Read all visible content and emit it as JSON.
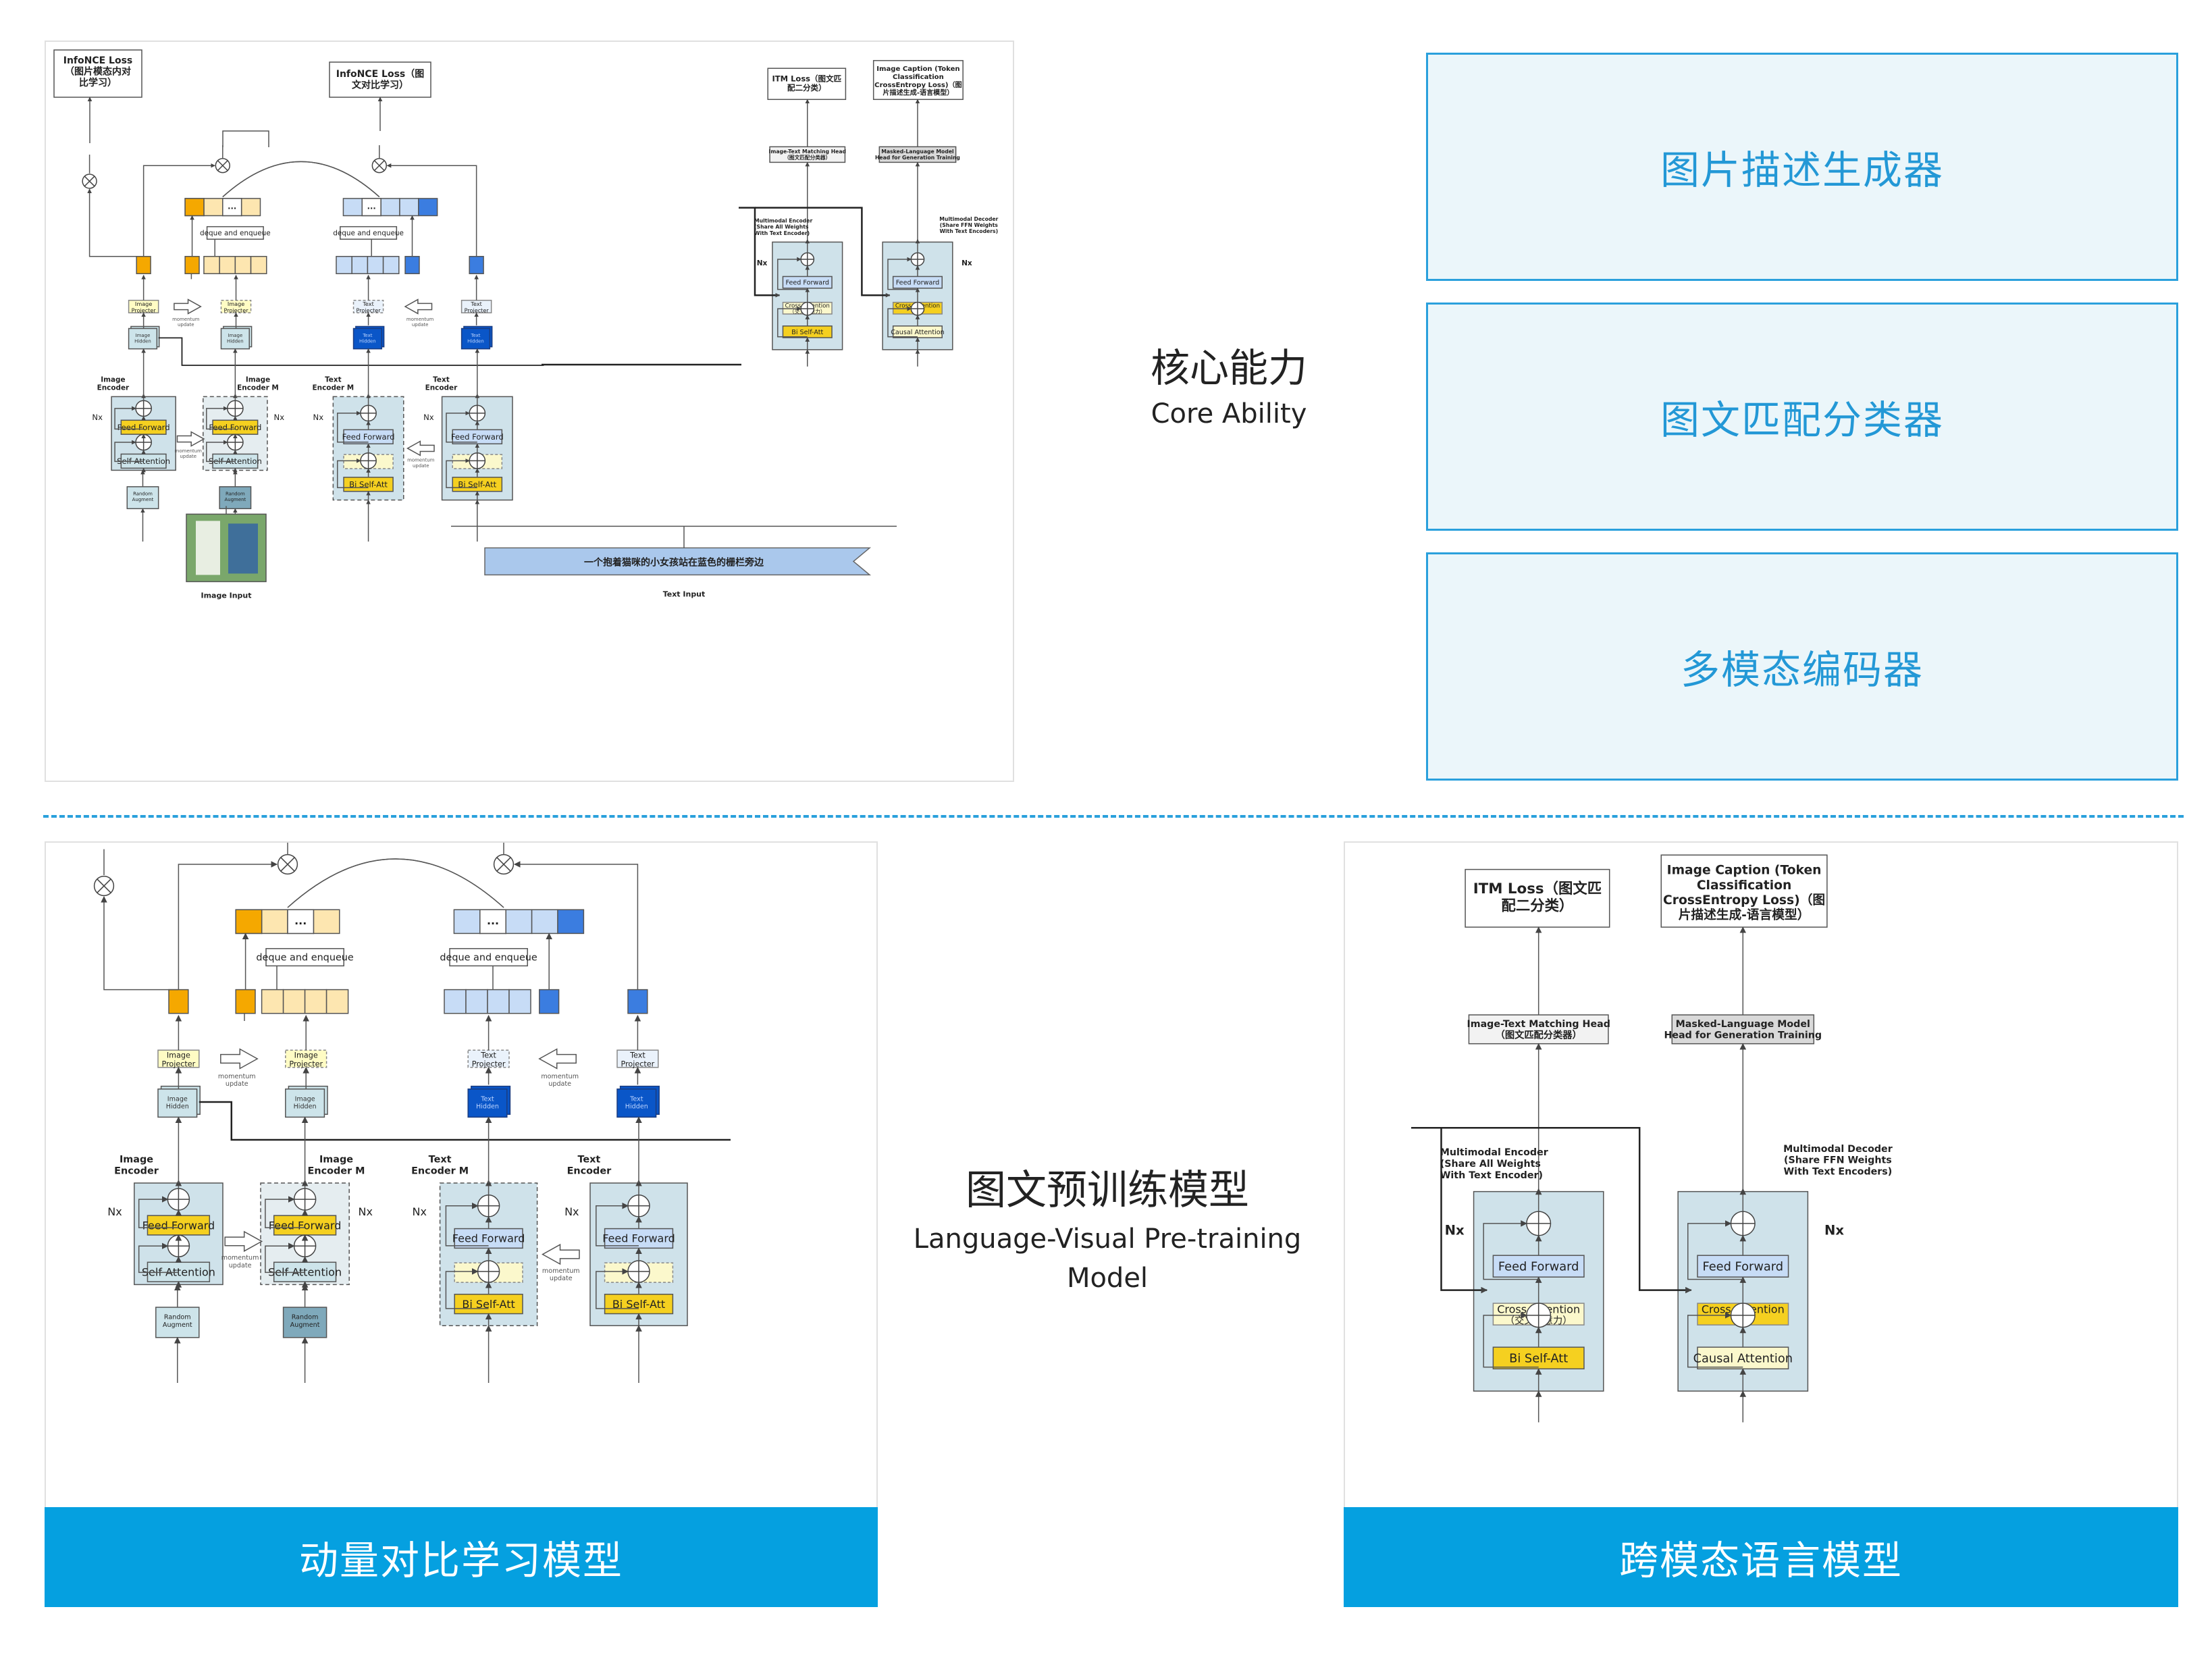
{
  "capabilities": [
    {
      "label": "图片描述生成器"
    },
    {
      "label": "图文匹配分类器"
    },
    {
      "label": "多模态编码器"
    }
  ],
  "core": {
    "title_cn": "核心能力",
    "title_en": "Core Ability"
  },
  "pretrain": {
    "title_cn": "图文预训练模型",
    "title_en_1": "Language-Visual Pre-training",
    "title_en_2": "Model"
  },
  "banners": {
    "left": "动量对比学习模型",
    "right": "跨模态语言模型"
  },
  "diagram": {
    "infonce_1": [
      "InfoNCE Loss",
      "（图片模态内对",
      "比学习）"
    ],
    "infonce_2": [
      "InfoNCE Loss（图",
      "文对比学习）"
    ],
    "itm_loss": [
      "ITM Loss（图文匹",
      "配二分类）"
    ],
    "caption_loss": [
      "Image Caption (Token",
      "Classification",
      "CrossEntropy Loss)（图",
      "片描述生成-语言模型）"
    ],
    "deque": "deque and enqueue",
    "ellipsis": "...",
    "image_projecter": [
      "Image",
      "Projecter"
    ],
    "text_projecter": [
      "Text",
      "Projecter"
    ],
    "image_hidden": [
      "Image",
      "Hidden"
    ],
    "text_hidden": [
      "Text",
      "Hidden"
    ],
    "momentum": [
      "momentum",
      "update"
    ],
    "image_encoder": [
      "Image",
      "Encoder"
    ],
    "image_encoder_m": [
      "Image",
      "Encoder M"
    ],
    "text_encoder_m": [
      "Text",
      "Encoder M"
    ],
    "text_encoder": [
      "Text",
      "Encoder"
    ],
    "nx": "Nx",
    "feed_forward": "Feed Forward",
    "self_attention": "Self Attention",
    "bi_self_att": "Bi Self-Att",
    "cross_attention": "Cross Attention",
    "cross_attention_cn": "（交叉注意力）",
    "causal_attention": "Causal Attention",
    "random_augment": [
      "Random",
      "Augment"
    ],
    "itm_head": [
      "Image-Text Matching Head",
      "（图文匹配分类器）"
    ],
    "mlm_head": [
      "Masked-Language Model",
      "Head for Generation Training"
    ],
    "mm_encoder": [
      "Multimodal Encoder",
      "(Share All Weights",
      "With Text Encoder)"
    ],
    "mm_decoder": [
      "Multimodal Decoder",
      "(Share FFN Weights",
      "With Text Encoders)"
    ],
    "image_input": "Image Input",
    "text_input": "Text Input",
    "caption_text": "一个抱着猫咪的小女孩站在蓝色的栅栏旁边"
  },
  "colors": {
    "accent": "#2aa0dc",
    "banner": "#05a0e0",
    "orange": "#f5a800",
    "light_orange": "#fde6b0",
    "blue": "#3b7de0",
    "light_blue": "#c7dcf6",
    "dark_blue": "#0a56c8",
    "yellow": "#f5d020",
    "encoder_bg": "#cfe2ea"
  }
}
